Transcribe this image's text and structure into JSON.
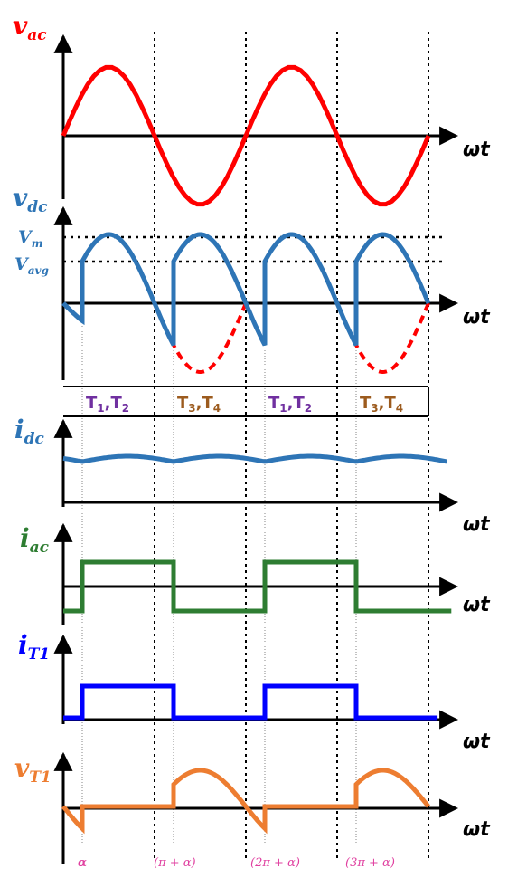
{
  "panels": [
    {
      "id": "vac",
      "label_main": "v",
      "label_sub": "ac",
      "color": "#FF0000"
    },
    {
      "id": "vdc",
      "label_main": "v",
      "label_sub": "dc",
      "color": "#2E75B6"
    },
    {
      "id": "idc",
      "label_main": "i",
      "label_sub": "dc",
      "color": "#2E75B6"
    },
    {
      "id": "iac",
      "label_main": "i",
      "label_sub": "ac",
      "color": "#2E7D32"
    },
    {
      "id": "iT1",
      "label_main": "i",
      "label_sub": "T1",
      "color": "#0000FF"
    },
    {
      "id": "vT1",
      "label_main": "v",
      "label_sub": "T1",
      "color": "#ED7D31"
    }
  ],
  "axis_label": "ωt",
  "vdc_levels": {
    "vm_main": "V",
    "vm_sub": "m",
    "vavg_main": "V",
    "vavg_sub": "avg"
  },
  "conduction_intervals": [
    {
      "text_a": "T",
      "sub_a": "1",
      "text_b": ",T",
      "sub_b": "2",
      "color": "#7030A0"
    },
    {
      "text_a": "T",
      "sub_a": "3",
      "text_b": ",T",
      "sub_b": "4",
      "color": "#9C5B1E"
    },
    {
      "text_a": "T",
      "sub_a": "1",
      "text_b": ",T",
      "sub_b": "2",
      "color": "#7030A0"
    },
    {
      "text_a": "T",
      "sub_a": "3",
      "text_b": ",T",
      "sub_b": "4",
      "color": "#9C5B1E"
    }
  ],
  "angle_markers": [
    "α",
    "(π + α)",
    "(2π + α)",
    "(3π + α)"
  ],
  "colors": {
    "vac": "#FF0000",
    "vdc": "#2E75B6",
    "idc": "#2E75B6",
    "iac": "#2E7D32",
    "iT1": "#0000FF",
    "vT1": "#ED7D31",
    "dashed_wave": "#FF0000",
    "angle_label": "#E040A0"
  }
}
